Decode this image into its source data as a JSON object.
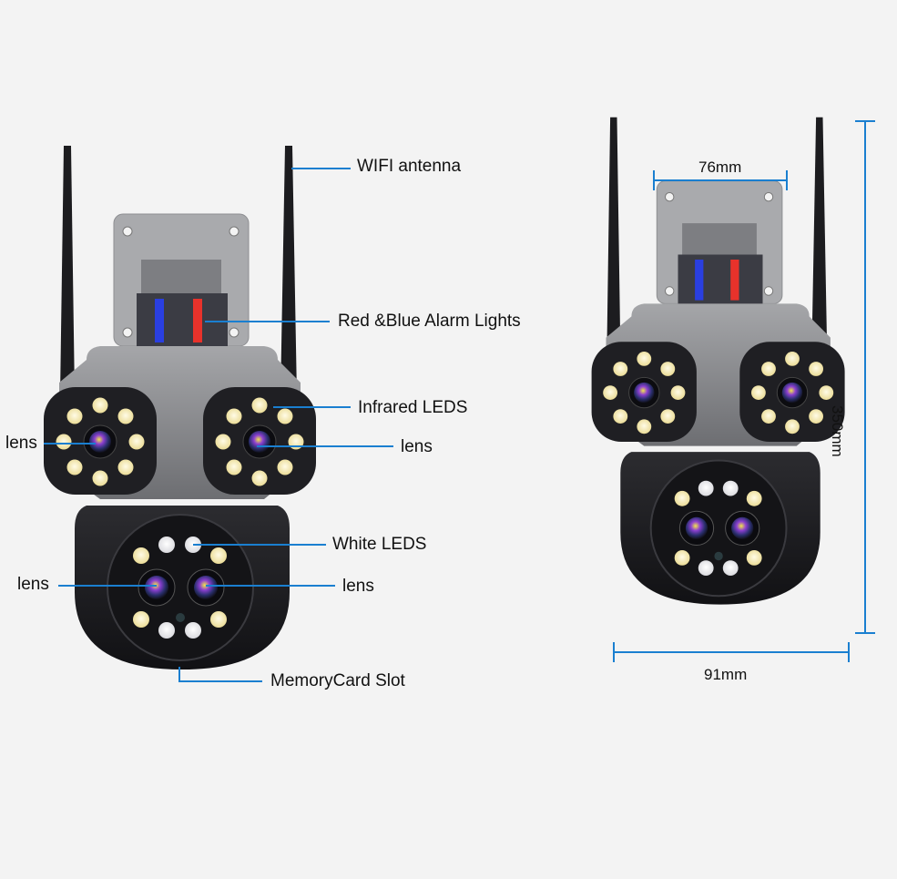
{
  "labels": {
    "wifi_antenna": "WIFI antenna",
    "alarm_lights": "Red &Blue Alarm Lights",
    "infrared_leds": "Infrared LEDS",
    "lens_upper_left": "lens",
    "lens_upper_right": "lens",
    "white_leds": "White LEDS",
    "lens_lower_left": "lens",
    "lens_lower_right": "lens",
    "memory_card_slot": "MemoryCard Slot"
  },
  "dimensions": {
    "width_top": "76mm",
    "width_bottom": "91mm",
    "height": "350mm"
  },
  "colors": {
    "callout_line": "#1a7fd0",
    "dimension_line": "#1a7fd0",
    "alarm_red": "#e8322b",
    "alarm_blue": "#2a3fe0",
    "body_gray": "#8e8f92",
    "body_dark": "#1d1d20"
  }
}
